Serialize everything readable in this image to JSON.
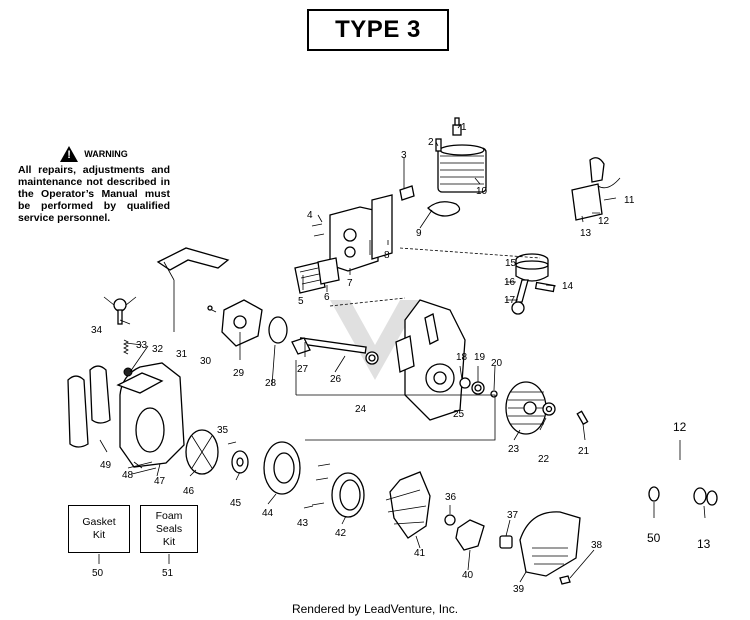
{
  "title": "TYPE 3",
  "warning": {
    "heading": "WARNING",
    "text": "All repairs, adjustments and maintenance not described in the Operator’s Manual must be performed by qualified service personnel."
  },
  "kits": [
    {
      "label_1": "Gasket",
      "label_2": "Kit",
      "number": "50"
    },
    {
      "label_1": "Foam",
      "label_2": "Seals",
      "label_3": "Kit",
      "number": "51"
    }
  ],
  "part_numbers": [
    "1",
    "2",
    "3",
    "4",
    "5",
    "6",
    "7",
    "8",
    "9",
    "10",
    "11",
    "12",
    "13",
    "14",
    "15",
    "16",
    "17",
    "18",
    "19",
    "20",
    "21",
    "22",
    "23",
    "24",
    "25",
    "26",
    "27",
    "28",
    "29",
    "30",
    "31",
    "32",
    "33",
    "34",
    "35",
    "36",
    "37",
    "38",
    "39",
    "40",
    "41",
    "42",
    "43",
    "44",
    "45",
    "46",
    "47",
    "48",
    "49",
    "50",
    "12",
    "50",
    "13"
  ],
  "footer": "Rendered by LeadVenture, Inc."
}
